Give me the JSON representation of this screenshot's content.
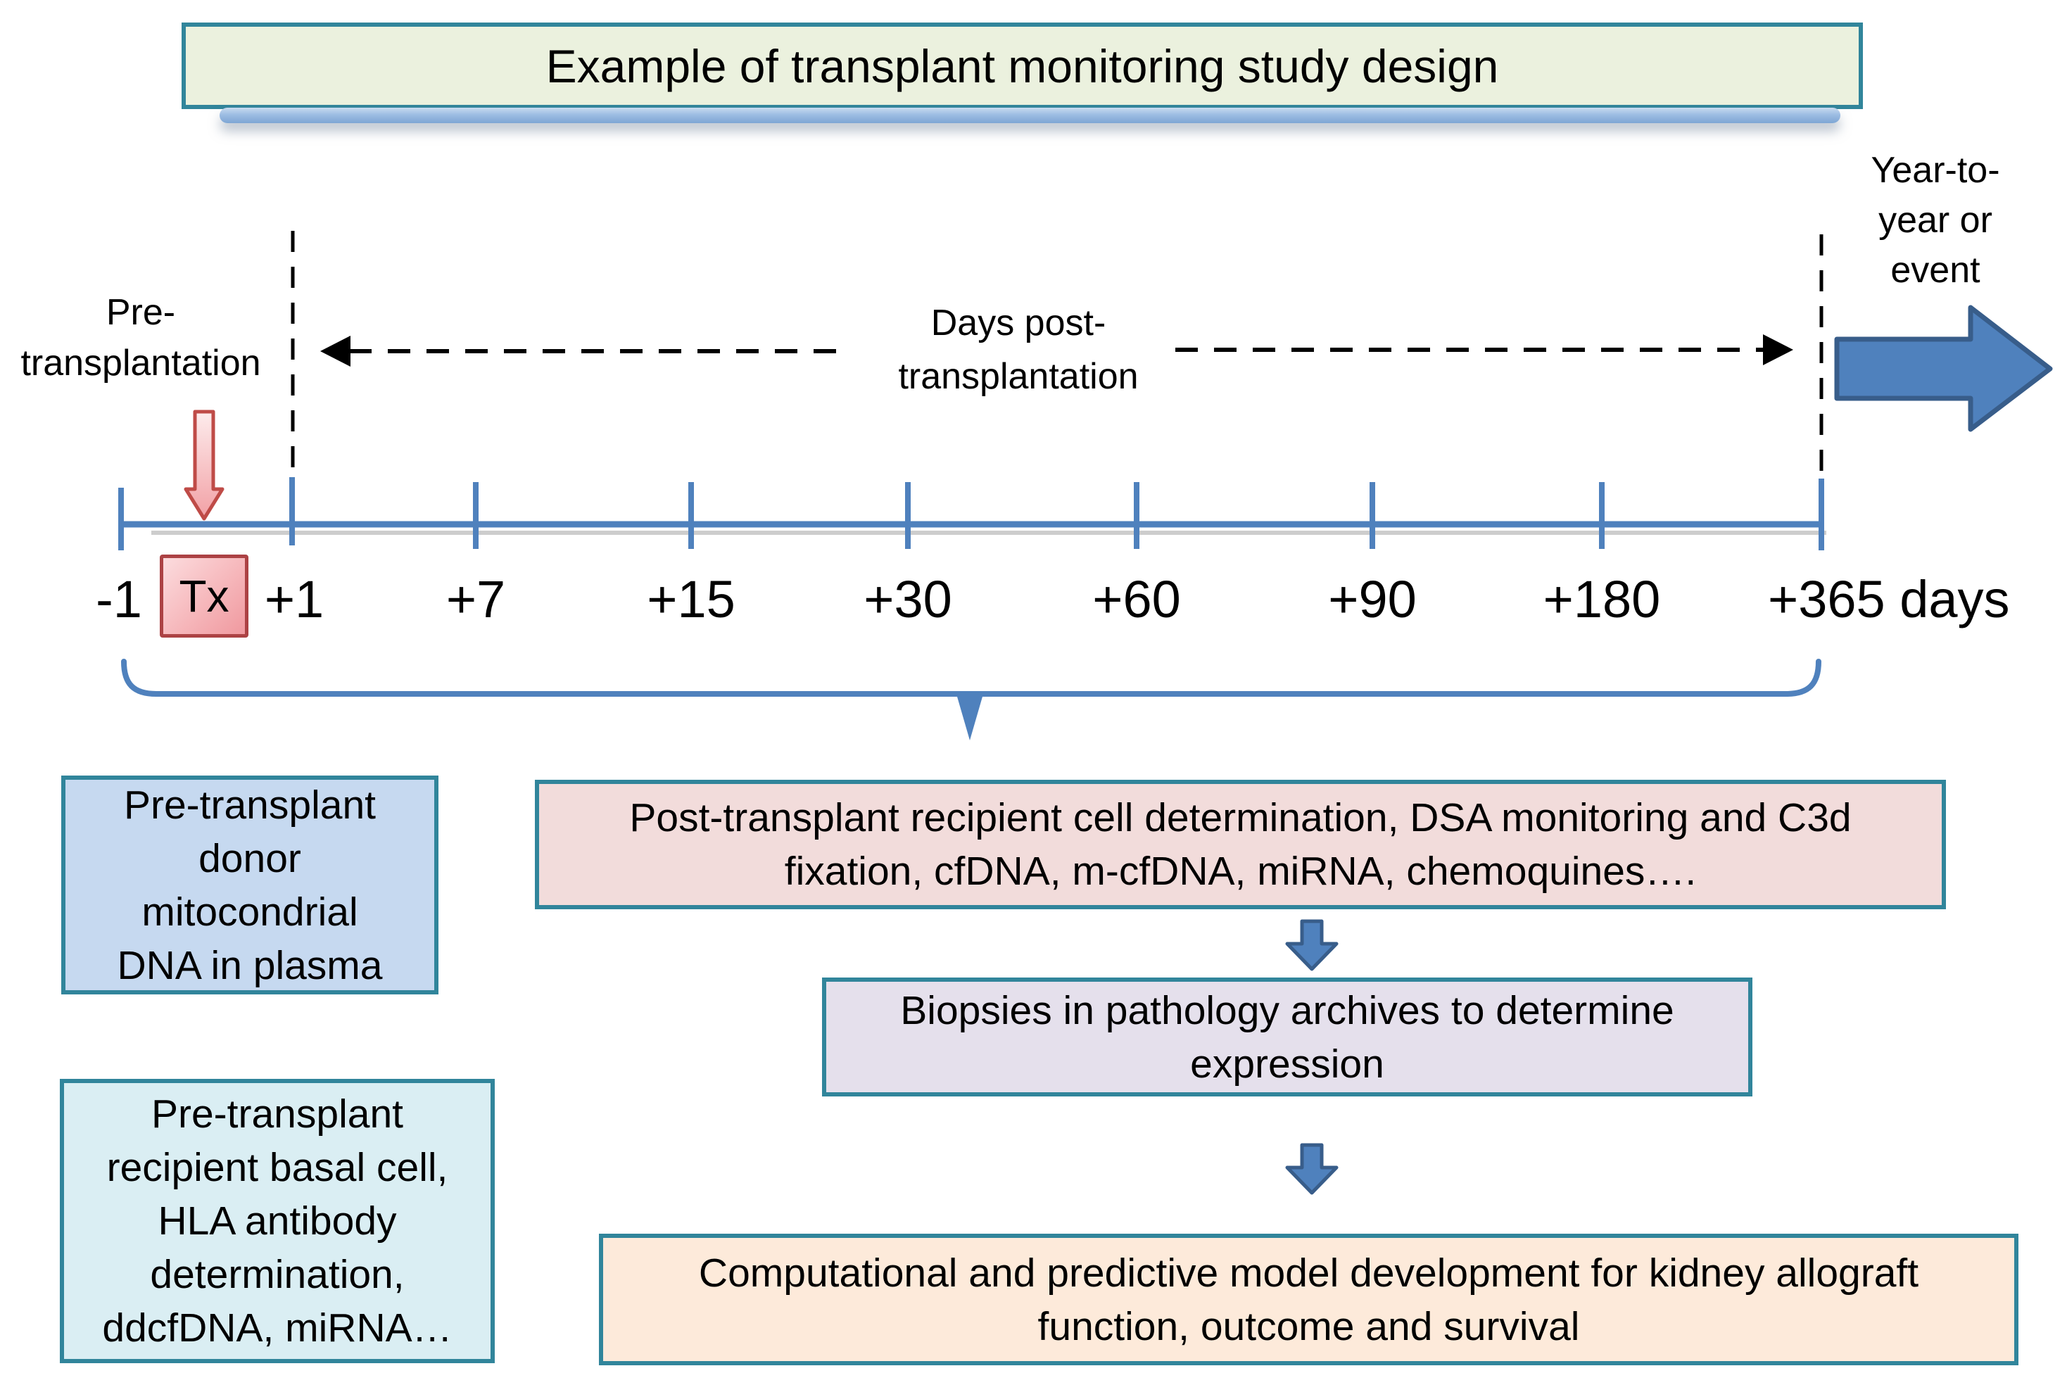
{
  "title": "Example of transplant monitoring study design",
  "annotations": {
    "pre_transplantation": "Pre-\ntransplantation",
    "days_post": "Days post-\ntransplantation",
    "year_to_year": "Year-to-\nyear or\nevent"
  },
  "timeline": {
    "tx_label": "Tx",
    "tick_labels": [
      "-1",
      "+1",
      "+7",
      "+15",
      "+30",
      "+60",
      "+90",
      "+180",
      "+365 days"
    ]
  },
  "boxes": {
    "donor": "Pre-transplant\ndonor\nmitocondrial\nDNA in plasma",
    "recipient": "Pre-transplant\nrecipient basal cell,\nHLA antibody\ndetermination,\nddcfDNA, miRNA…",
    "post_monitoring": "Post-transplant recipient cell determination, DSA monitoring and C3d\nfixation, cfDNA, m-cfDNA, miRNA, chemoquines….",
    "biopsies": "Biopsies in pathology archives to determine\nexpression",
    "model": "Computational and predictive model development for kidney allograft\nfunction, outcome and survival"
  },
  "colors": {
    "teal_border": "#31859b",
    "title_fill": "#ebf1de",
    "donor_fill": "#c6d9f0",
    "recipient_fill": "#daeef3",
    "post_fill": "#f2dcdb",
    "biopsies_fill": "#e5e0ec",
    "model_fill": "#fdeada",
    "accent_blue": "#4f81bd",
    "accent_blue_dark": "#385d8a",
    "pink_arrow_stroke": "#bf4b47",
    "tx_border": "#ac4244",
    "dashed_line": "#000000"
  }
}
